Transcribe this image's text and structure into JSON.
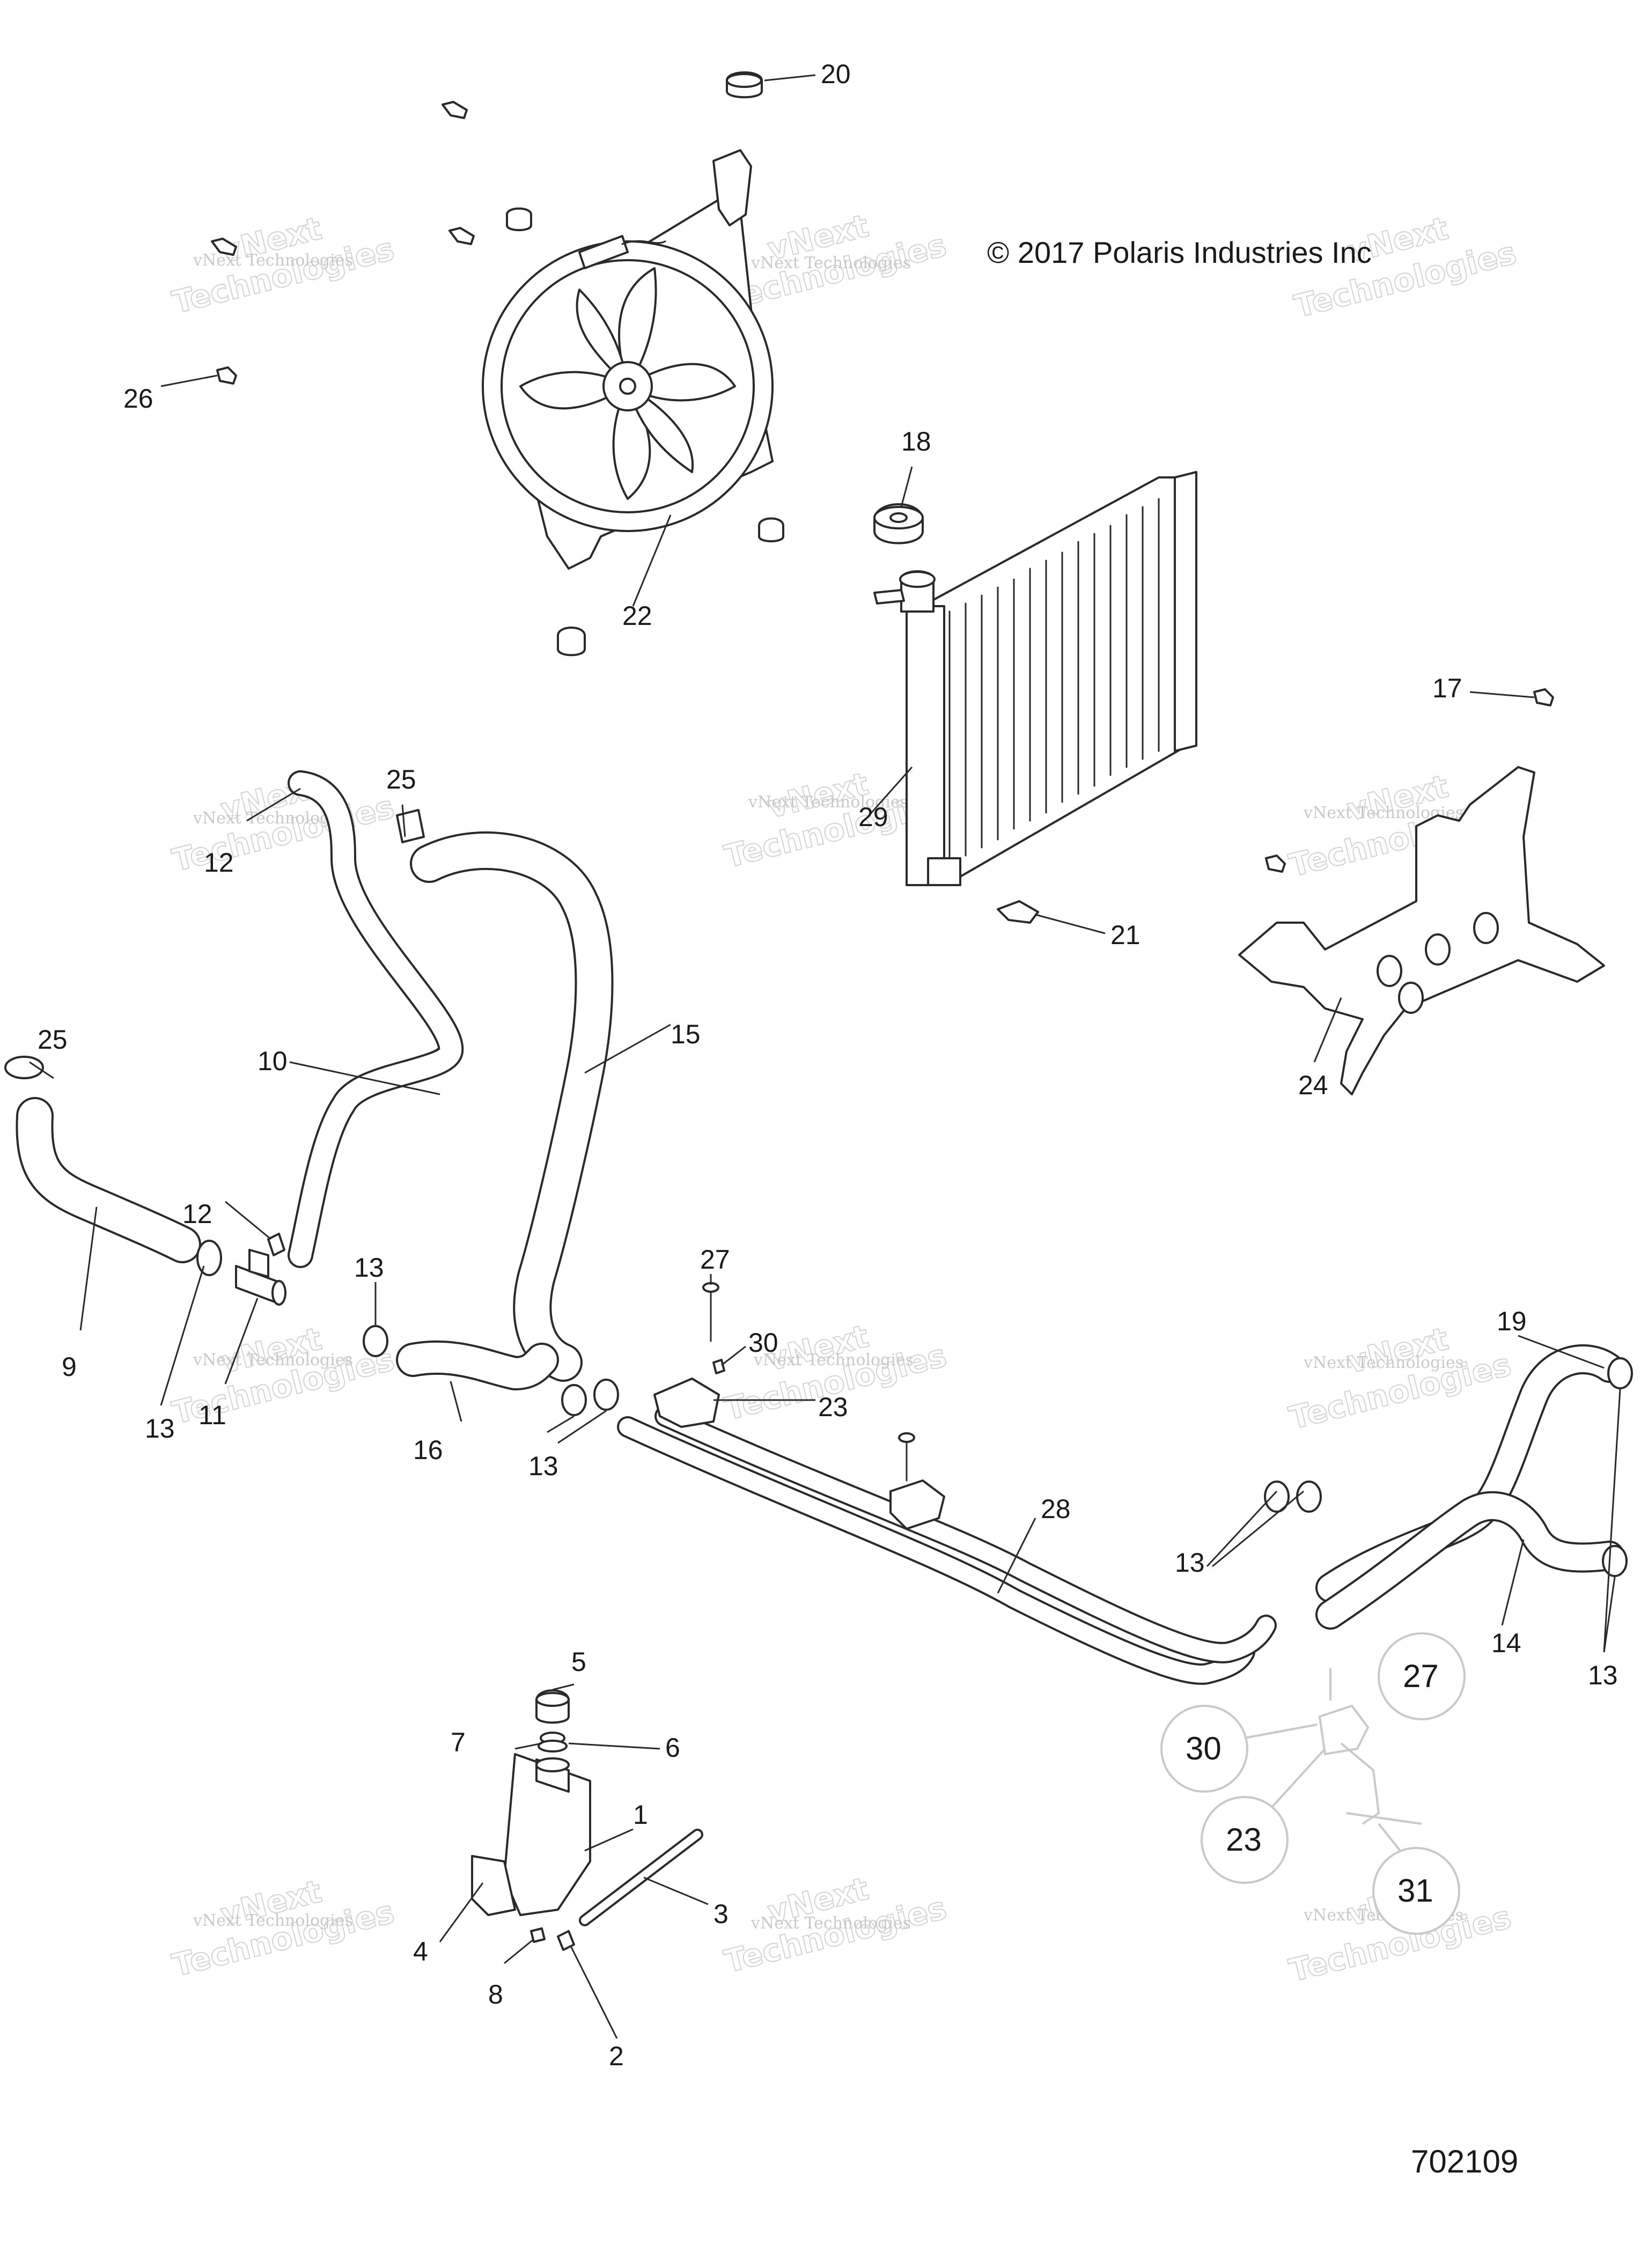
{
  "copyright": "© 2017 Polaris Industries Inc",
  "drawing_id": "702109",
  "watermark": {
    "line1": "vNext Technologies",
    "line2": "vNext",
    "line3": "Technologies"
  },
  "callouts": {
    "c1": "1",
    "c2": "2",
    "c3": "3",
    "c4": "4",
    "c5": "5",
    "c6": "6",
    "c7": "7",
    "c8": "8",
    "c9": "9",
    "c10": "10",
    "c11": "11",
    "c12a": "12",
    "c12b": "12",
    "c13a": "13",
    "c13b": "13",
    "c13c": "13",
    "c13d": "13",
    "c13e": "13",
    "c14": "14",
    "c15": "15",
    "c16": "16",
    "c17": "17",
    "c18": "18",
    "c19": "19",
    "c20": "20",
    "c21": "21",
    "c22": "22",
    "c23a": "23",
    "c23b": "23",
    "c24": "24",
    "c25a": "25",
    "c25b": "25",
    "c26": "26",
    "c27a": "27",
    "c27b": "27",
    "c28": "28",
    "c29": "29",
    "c30a": "30",
    "c30b": "30",
    "c31": "31"
  }
}
